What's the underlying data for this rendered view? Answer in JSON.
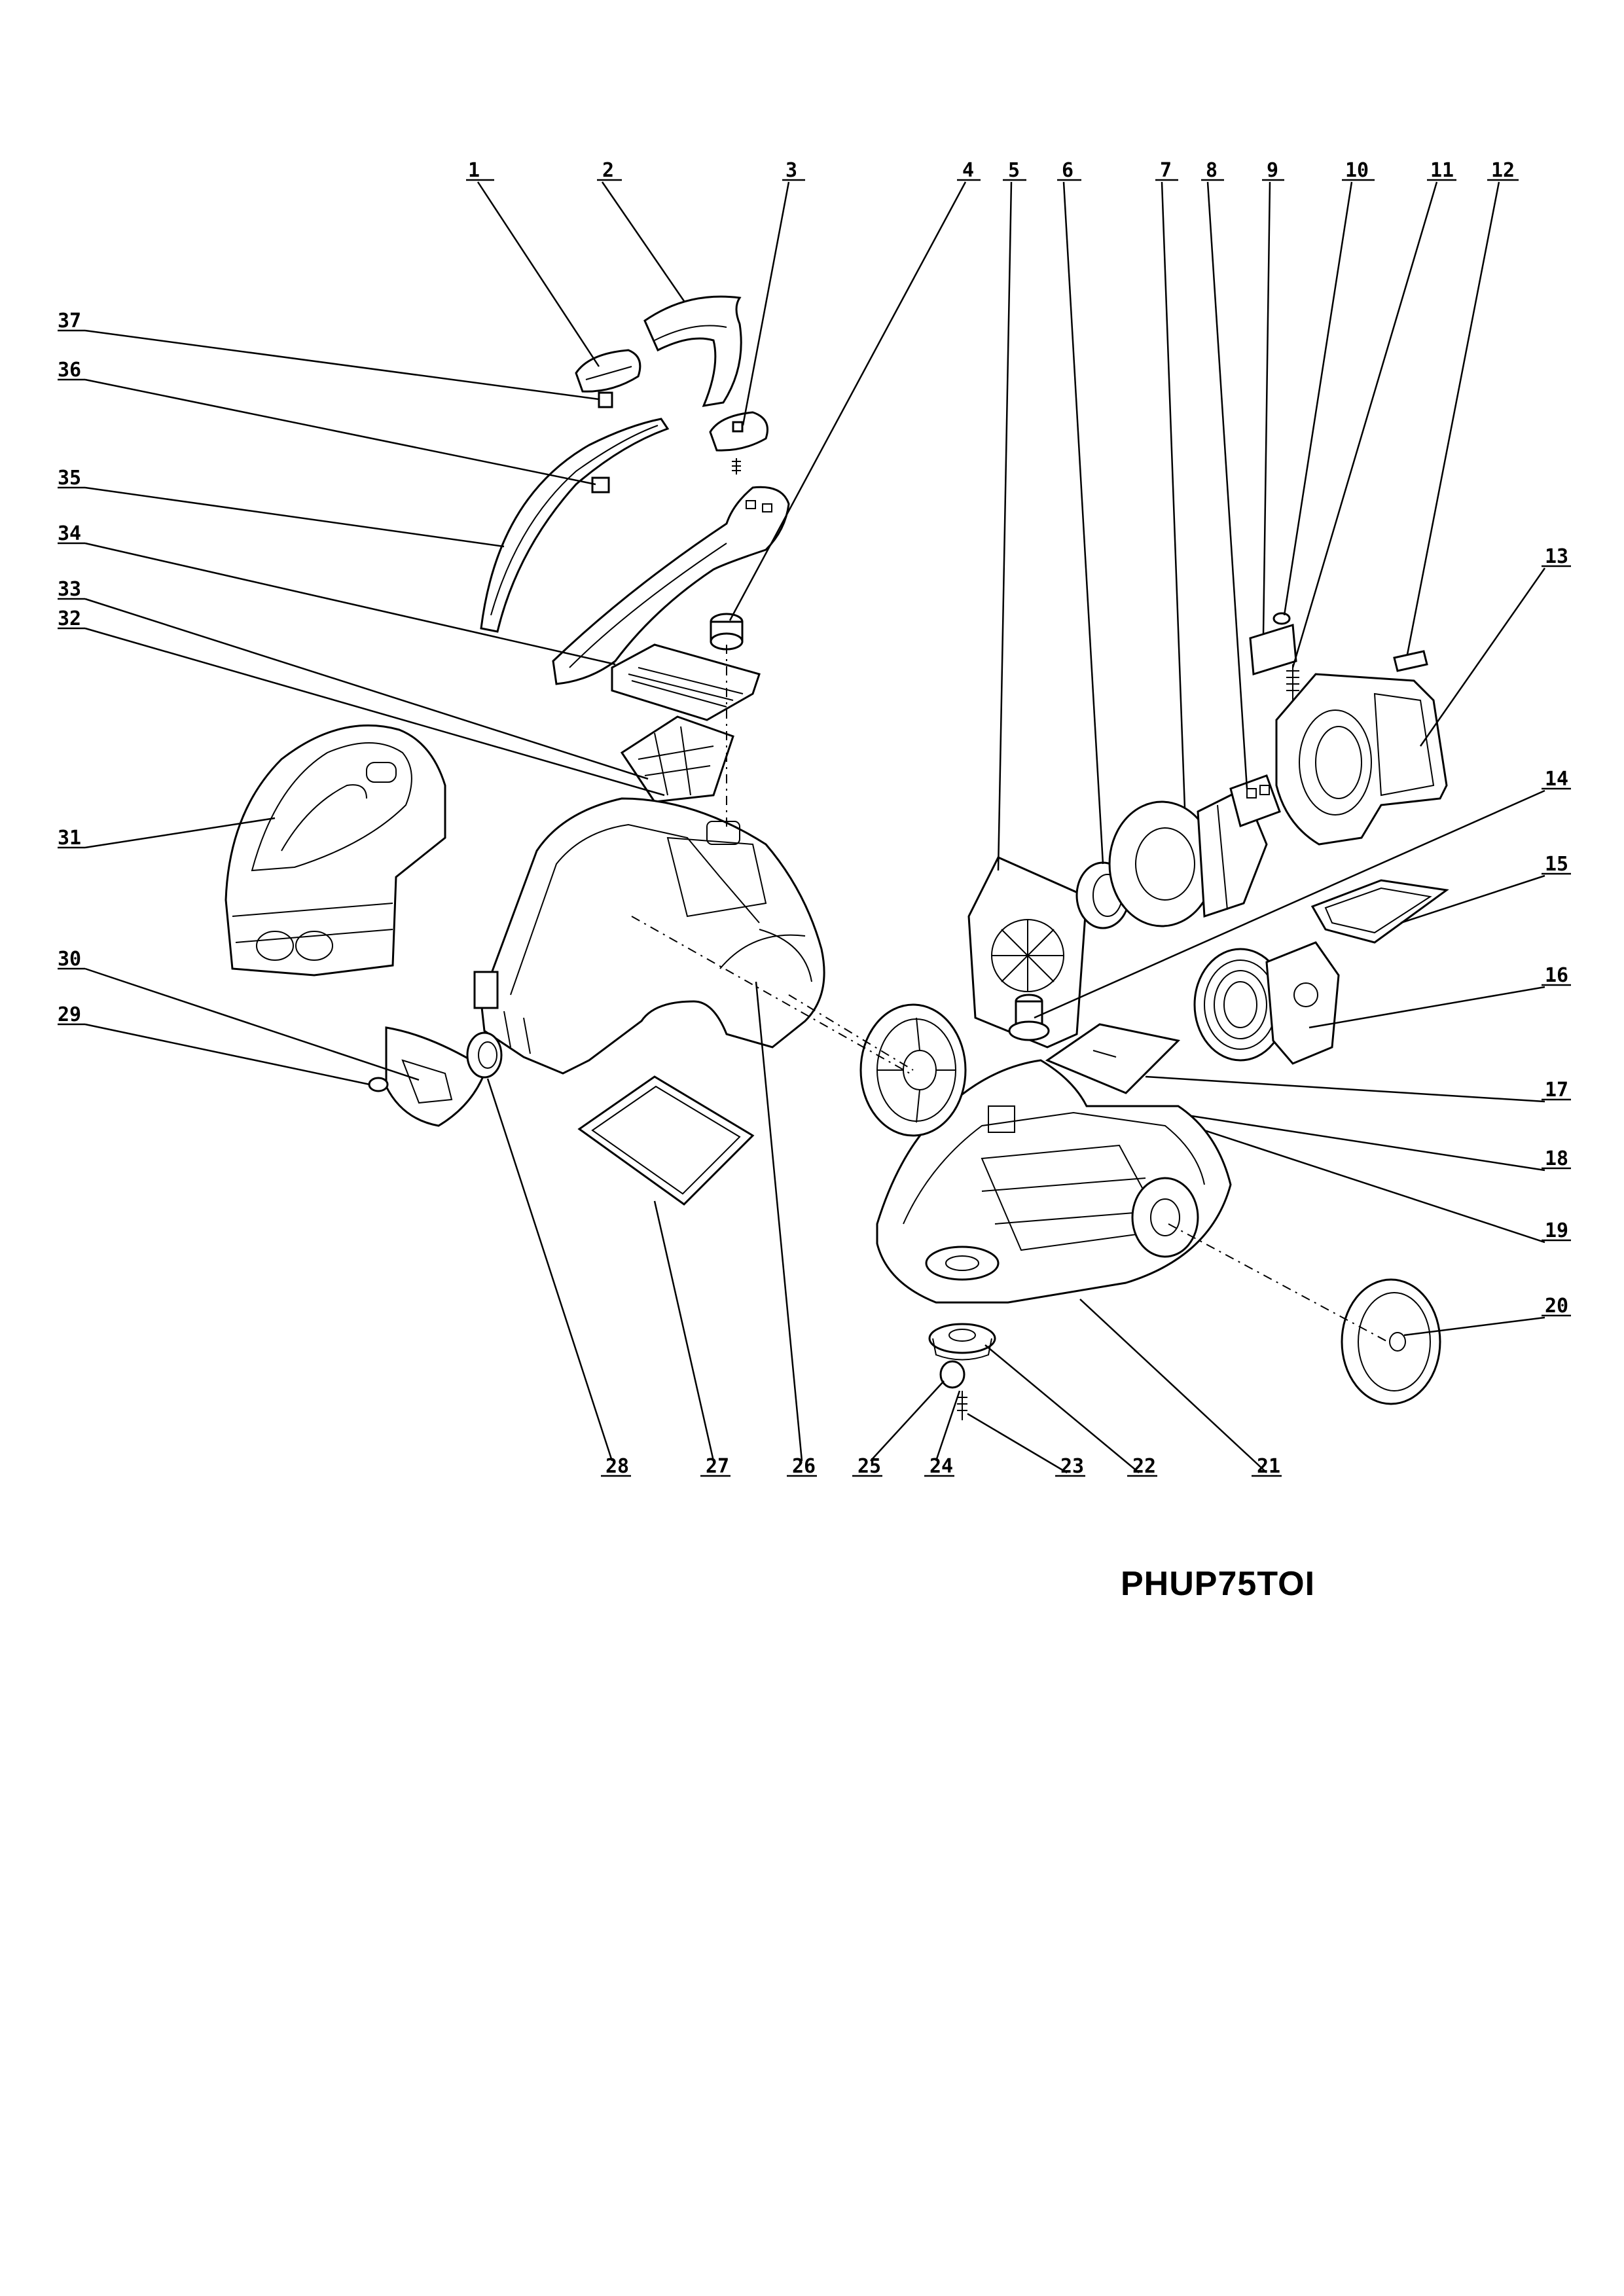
{
  "diagram": {
    "model": "PHUP75TOI",
    "callouts": [
      "1",
      "2",
      "3",
      "4",
      "5",
      "6",
      "7",
      "8",
      "9",
      "10",
      "11",
      "12",
      "13",
      "14",
      "15",
      "16",
      "17",
      "18",
      "19",
      "20",
      "21",
      "22",
      "23",
      "24",
      "25",
      "26",
      "27",
      "28",
      "29",
      "30",
      "31",
      "32",
      "33",
      "34",
      "35",
      "36",
      "37"
    ]
  }
}
